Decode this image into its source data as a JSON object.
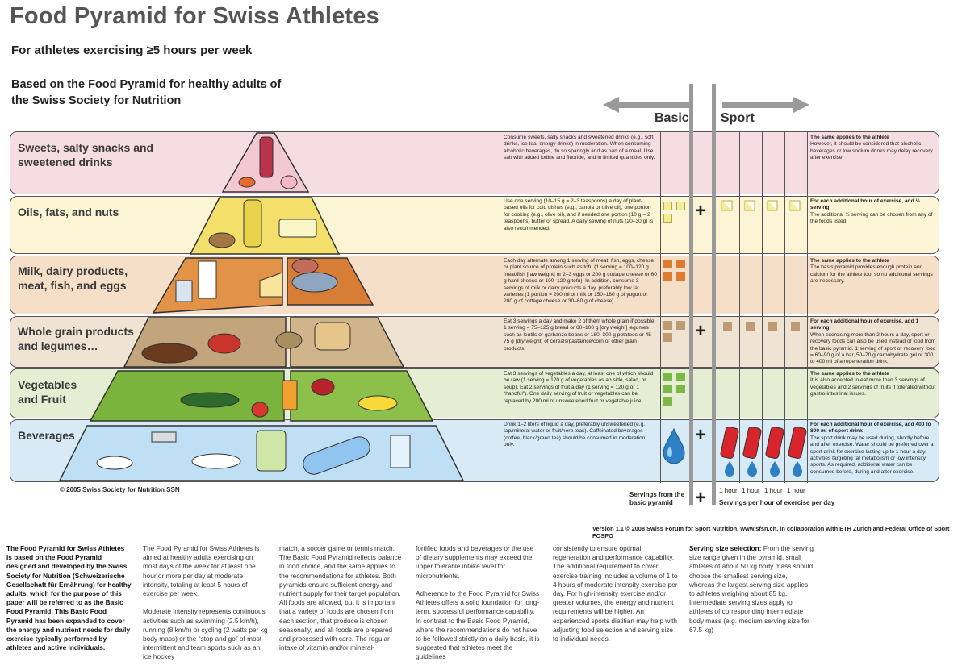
{
  "title": "Food Pyramid for Swiss Athletes",
  "subtitle": "For athletes exercising ≥5 hours per week",
  "based_on": "Based on the Food Pyramid for healthy adults of the Swiss Society for Nutrition",
  "header": {
    "basic": "Basic",
    "sport": "Sport"
  },
  "colors": {
    "sweets": "#f6dde3",
    "oils": "#fbf5d5",
    "milk": "#f6dfc8",
    "grain": "#efe3d3",
    "veg": "#e5eed2",
    "bev": "#d7eaf6"
  },
  "bands": [
    {
      "label": "Sweets, salty snacks and sweetened drinks",
      "basic_text": "Consume sweets, salty snacks and sweetened drinks (e.g., soft drinks, ice tea, energy drinks) in moderation. When consuming alcoholic beverages, do so sparingly and as part of a meal. Use salt with added iodine and fluoride, and in limited quantities only.",
      "sport_title": "The same applies to the athlete",
      "sport_text": "However, it should be considered that alcoholic beverages or low sodium drinks may delay recovery after exercise."
    },
    {
      "label": "Oils, fats, and nuts",
      "basic_text": "Use one serving (10–15 g = 2–3 teaspoons) a day of plant-based oils for cold dishes (e.g., canola or olive oil), one portion for cooking (e.g., olive oil), and if needed one portion (10 g = 2 teaspoons) butter or spread. A daily serving of nuts (20–30 g) is also recommended.",
      "sport_title": "For each additional hour of exercise, add ½ serving",
      "sport_text": "The additional ½ serving can be chosen from any of the foods listed."
    },
    {
      "label": "Milk, dairy products, meat, fish, and eggs",
      "basic_text": "Each day alternate among 1 serving of meat, fish, eggs, cheese or plant source of protein such as tofu (1 serving = 100–120 g meat/fish [raw weight] or 2–3 eggs or 200 g cottage cheese or 60 g hard cheese or 100–120 g tofu). In addition, consume 3 servings of milk or dairy products a day, preferably low fat varieties (1 portion = 200 ml of milk or 150–180 g of yogurt or 200 g of cottage cheese or 30–60 g of cheese).",
      "sport_title": "The same applies to the athlete",
      "sport_text": "The basis pyramid provides enough protein and calcium for the athlete too, so no additional servings are necessary."
    },
    {
      "label": "Whole grain products and legumes…",
      "basic_text": "Eat 3 servings a day and make 2 of them whole grain if possible. 1 serving = 75–125 g bread or 60–100 g [dry weight] legumes such as lentils or garbanzo beans or 180–300 g potatoes or 45–75 g [dry weight] of cereals/pasta/rice/corn or other grain products.",
      "sport_title": "For each additional hour of exercise, add 1 serving",
      "sport_text": "When exercising more than 2 hours a day, sport or recovery foods can also be used instead of food from the basic pyramid. 1 serving of sport or recovery food = 60–90 g of a bar, 50–70 g carbohydrate gel or 300 to 400 ml of a regeneration drink."
    },
    {
      "label": "Vegetables and Fruit",
      "basic_text": "Eat 3 servings of vegetables a day, at least one of which should be raw (1 serving = 120 g of vegetables as an side, salad, or soup). Eat 2 servings of fruit a day (1 serving = 120 g or 1 “handful”). One daily serving of fruit or vegetables can be replaced by 200 ml of unsweetened fruit or vegetable juice.",
      "sport_title": "The same applies to the athlete",
      "sport_text": "It is also accepted to eat more than 3 servings of vegetables and 2 servings of fruits if tolerated without gastro-intestinal issues."
    },
    {
      "label": "Beverages",
      "basic_text": "Drink 1–2 liters of liquid a day, preferably unsweetened (e.g. tap/mineral water or fruit/herb teas). Caffeinated beverages (coffee, black/green tea) should be consumed in moderation only.",
      "sport_title": "For each additional hour of exercise, add 400 to 800 ml of sport drink",
      "sport_text": "The sport drink may be used during, shortly before and after exercise. Water should be preferred over a sport drink for exercise lasting up to 1 hour a day, activities targeting fat metabolism or low intensity sports. As required, additional water can be consumed before, during and after exercise."
    }
  ],
  "hours": [
    "1 hour",
    "1 hour",
    "1 hour",
    "1 hour"
  ],
  "servings_basic_label": "Servings from the basic pyramid",
  "servings_hour_label": "Servings per hour of exercise per day",
  "plus": "+",
  "copyright": "© 2005 Swiss Society for Nutrition SSN",
  "version": "Version 1.1 © 2008 Swiss Forum for Sport Nutrition, www.sfsn.ch, in collaboration with ETH Zurich and Federal Office of Sport FOSPO",
  "footer": {
    "col1": "The Food Pyramid for Swiss Athletes is based on the Food Pyramid designed and developed by the Swiss Society for Nutrition (Schweizerische Gesellschaft für Ernährung) for healthy adults, which for the purpose of this paper will be referred to as the Basic Food Pyramid. This Basic Food Pyramid has been expanded to cover the energy and nutrient needs for daily exercise typically performed by athletes and active individuals.",
    "col2": "The Food Pyramid for Swiss Athletes is aimed at healthy adults exercising on most days of the week for at least one hour or more per day at moderate intensity, totaling at least 5 hours of exercise per week.\n\nModerate intensity represents continuous activities such as swimming (2.5 km/h), running (8 km/h) or cycling (2 watts per kg body mass) or the “stop and go” of most intermittent and team sports such as an ice hockey",
    "col3": "match, a soccer game or tennis match. The Basic Food Pyramid reflects balance in food choice, and the same applies to the recommendations for athletes. Both pyramids ensure sufficient energy and nutrient supply for their target population. All foods are allowed, but it is important that a variety of foods are chosen from each section, that produce is chosen seasonally, and all foods are prepared and processed with care. The regular intake of vitamin and/or mineral-",
    "col4": "fortified foods and beverages or the use of dietary supplements may exceed the upper tolerable intake level for micronutrients.\n\nAdherence to the Food Pyramid for Swiss Athletes offers a solid foundation for long-term, successful performance capability. In contrast to the Basic Food Pyramid, where the recommendations do not have to be followed strictly on a daily basis, it is suggested that athletes meet the guidelines",
    "col5": "consistently to ensure optimal regeneration and performance capability. The additional requirement to cover exercise training includes a volume of 1 to 4 hours of moderate intensity exercise per day. For high-intensity exercise and/or greater volumes, the energy and nutrient requirements will be higher. An experienced sports dietitian may help with adjusting food selection and serving size to individual needs.",
    "col6_title": "Serving size selection:",
    "col6": "From the serving size range given in the pyramid, small athletes of about 50 kg body mass should choose the smallest serving size, whereas the largest serving size applies to athletes weighing about 85 kg. Intermediate serving sizes apply to athletes of corresponding intermediate body mass (e.g. medium serving size for 67.5 kg)"
  }
}
